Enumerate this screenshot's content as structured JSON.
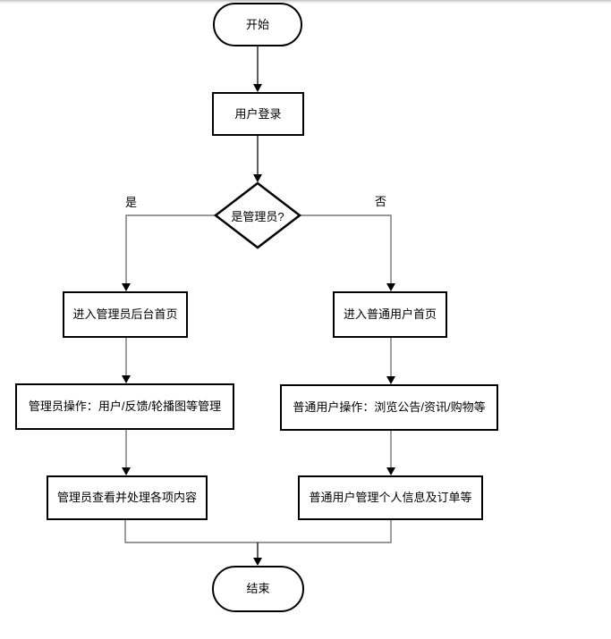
{
  "page": {
    "background": "#ffffff",
    "top_strip_color": "#bfbfbf"
  },
  "flowchart": {
    "nodes": {
      "start": {
        "type": "terminator",
        "label": "开始"
      },
      "login": {
        "type": "process",
        "label": "用户登录"
      },
      "decision": {
        "type": "decision",
        "label": "是管理员?"
      },
      "admin_home": {
        "type": "process",
        "label": "进入管理员后台首页"
      },
      "user_home": {
        "type": "process",
        "label": "进入普通用户首页"
      },
      "admin_ops": {
        "type": "process",
        "label": "管理员操作：用户/反馈/轮播图等管理"
      },
      "user_ops": {
        "type": "process",
        "label": "普通用户操作：浏览公告/资讯/购物等"
      },
      "admin_review": {
        "type": "process",
        "label": "管理员查看并处理各项内容"
      },
      "user_profile": {
        "type": "process",
        "label": "普通用户管理个人信息及订单等"
      },
      "end": {
        "type": "terminator",
        "label": "结束"
      }
    },
    "edge_labels": {
      "yes": "是",
      "no": "否"
    },
    "edges": [
      {
        "from": "start",
        "to": "login"
      },
      {
        "from": "login",
        "to": "decision"
      },
      {
        "from": "decision",
        "to": "admin_home",
        "label": "是"
      },
      {
        "from": "decision",
        "to": "user_home",
        "label": "否"
      },
      {
        "from": "admin_home",
        "to": "admin_ops"
      },
      {
        "from": "user_home",
        "to": "user_ops"
      },
      {
        "from": "admin_ops",
        "to": "admin_review"
      },
      {
        "from": "user_ops",
        "to": "user_profile"
      },
      {
        "from": "admin_review",
        "to": "end"
      },
      {
        "from": "user_profile",
        "to": "end"
      }
    ],
    "colors": {
      "shape_border": "#000000",
      "shape_fill": "#ffffff",
      "connector": "#757575",
      "spine_connector": "#1a1a1a",
      "arrowhead": "#000000"
    }
  }
}
